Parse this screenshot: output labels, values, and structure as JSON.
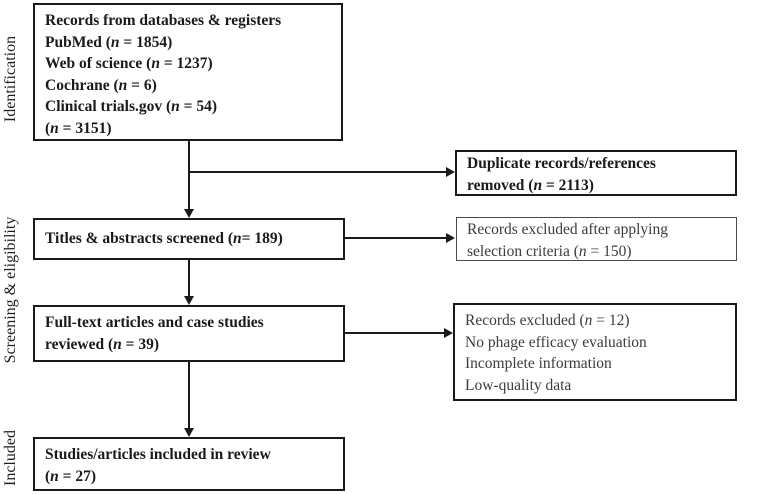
{
  "diagram": {
    "title": "PRISMA-style study selection flow diagram",
    "colors": {
      "background": "#ffffff",
      "line": "#1a1a1a",
      "text": "#1a1a1a"
    },
    "side_labels": {
      "identification": "Identification",
      "screening": "Screening & eligibility",
      "included": "Included"
    },
    "boxes": {
      "records_sources": {
        "lines": [
          "Records from databases & registers",
          "PubMed (n = 1854)",
          "Web of science (n = 1237)",
          "Cochrane (n = 6)",
          "Clinical trials.gov (n = 54)",
          "(n = 3151)"
        ]
      },
      "duplicates_removed": {
        "lines": [
          "Duplicate records/references",
          "removed (n = 2113)"
        ]
      },
      "titles_screened": {
        "lines": [
          "Titles & abstracts screened (n = 189)"
        ]
      },
      "records_excluded_selection": {
        "lines": [
          "Records excluded after applying",
          "selection criteria (n = 150)"
        ]
      },
      "fulltext_reviewed": {
        "lines": [
          "Full-text articles and case studies",
          "reviewed (n = 39)"
        ]
      },
      "records_excluded_quality": {
        "lines": [
          "Records excluded (n = 12)",
          "No phage efficacy evaluation",
          "Incomplete information",
          "Low-quality data"
        ]
      },
      "included_in_review": {
        "lines": [
          "Studies/articles included in review",
          "(n = 27)"
        ]
      }
    }
  }
}
